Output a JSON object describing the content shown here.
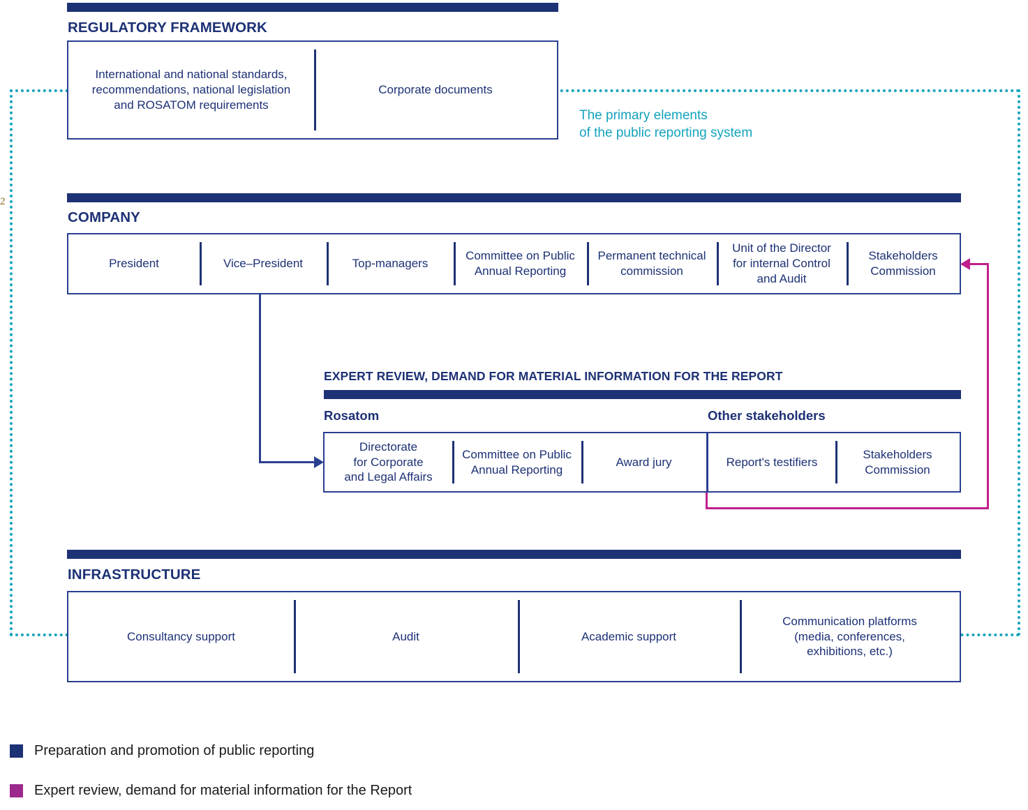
{
  "colors": {
    "navy": "#1d3175",
    "box_border": "#2a3f90",
    "teal": "#14a3bd",
    "magenta": "#c01f8c",
    "text_black": "#1a1a1a"
  },
  "page_marker": "2",
  "sections": {
    "regulatory": {
      "title": "REGULATORY FRAMEWORK",
      "cells": [
        "International and national standards,\nrecommendations, national legislation\nand ROSATOM requirements",
        "Corporate documents"
      ]
    },
    "company": {
      "title": "COMPANY",
      "cells": [
        "President",
        "Vice–President",
        "Top-managers",
        "Committee on Public\nAnnual Reporting",
        "Permanent technical\ncommission",
        "Unit of the Director\nfor internal Control\nand Audit",
        "Stakeholders\nCommission"
      ]
    },
    "expert_review": {
      "title": "EXPERT REVIEW, DEMAND FOR MATERIAL INFORMATION FOR THE REPORT",
      "group_labels": {
        "left": "Rosatom",
        "right": "Other stakeholders"
      },
      "rosatom_cells": [
        "Directorate\nfor Corporate\nand Legal Affairs",
        "Committee on Public\nAnnual Reporting",
        "Award jury"
      ],
      "other_cells": [
        "Report's testifiers",
        "Stakeholders\nCommission"
      ]
    },
    "infrastructure": {
      "title": "INFRASTRUCTURE",
      "cells": [
        "Consultancy support",
        "Audit",
        "Academic support",
        "Communication platforms\n(media, conferences,\nexhibitions, etc.)"
      ]
    }
  },
  "annotation": {
    "primary_elements": "The primary elements\nof the public reporting system"
  },
  "legend": [
    {
      "color": "#1d3175",
      "label": "Preparation and promotion of public reporting"
    },
    {
      "color": "#9c2a8c",
      "label": "Expert review, demand for material information for the Report"
    }
  ]
}
